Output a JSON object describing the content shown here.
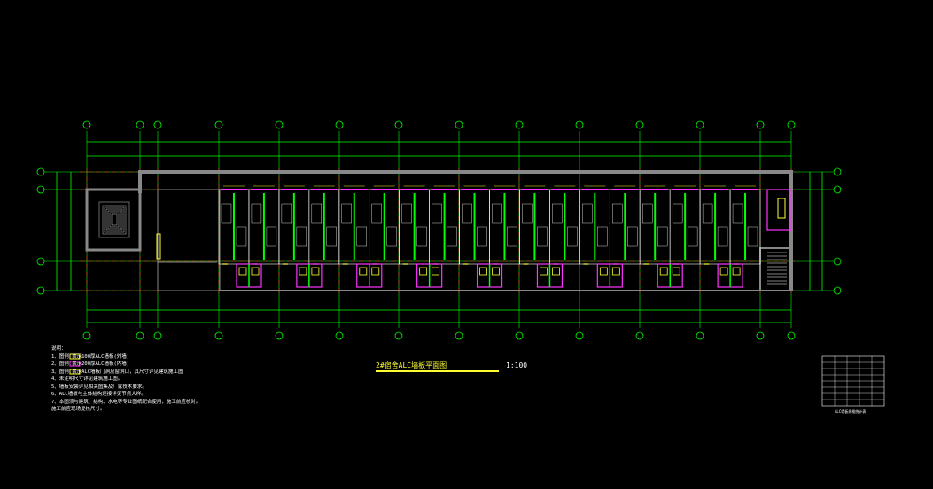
{
  "drawing": {
    "title": "2#宿舍ALC墙板平面图",
    "scale": "1:100"
  },
  "notes": {
    "heading": "说明：",
    "items": [
      "1、图例        表示100厚ALC墙板(外墙)",
      "2、图例        表示200厚ALC墙板(内墙)",
      "3、图例        表示ALC墙板门洞及窗洞口，其尺寸详见建筑施工图",
      "4、未注明尺寸详见建筑施工图。",
      "5、墙板安装详见相关图集及厂家技术要求。",
      "6、ALC墙板与主体结构连接详见节点大样。",
      "7、本图须与建筑、结构、水电等专业图纸配合使用，施工前应核对。",
      "施工前应现场复核尺寸。"
    ]
  },
  "table": {
    "caption": "ALC墙板规格统计表"
  },
  "colors": {
    "background": "#000000",
    "grid": "#00ff00",
    "axis": "#ff3333",
    "wall": "#888888",
    "partition": "#ffffff",
    "alc_outer": "#ff33ff",
    "alc_inner": "#00ff00",
    "annotation": "#ffff33",
    "stair": "#666666"
  }
}
